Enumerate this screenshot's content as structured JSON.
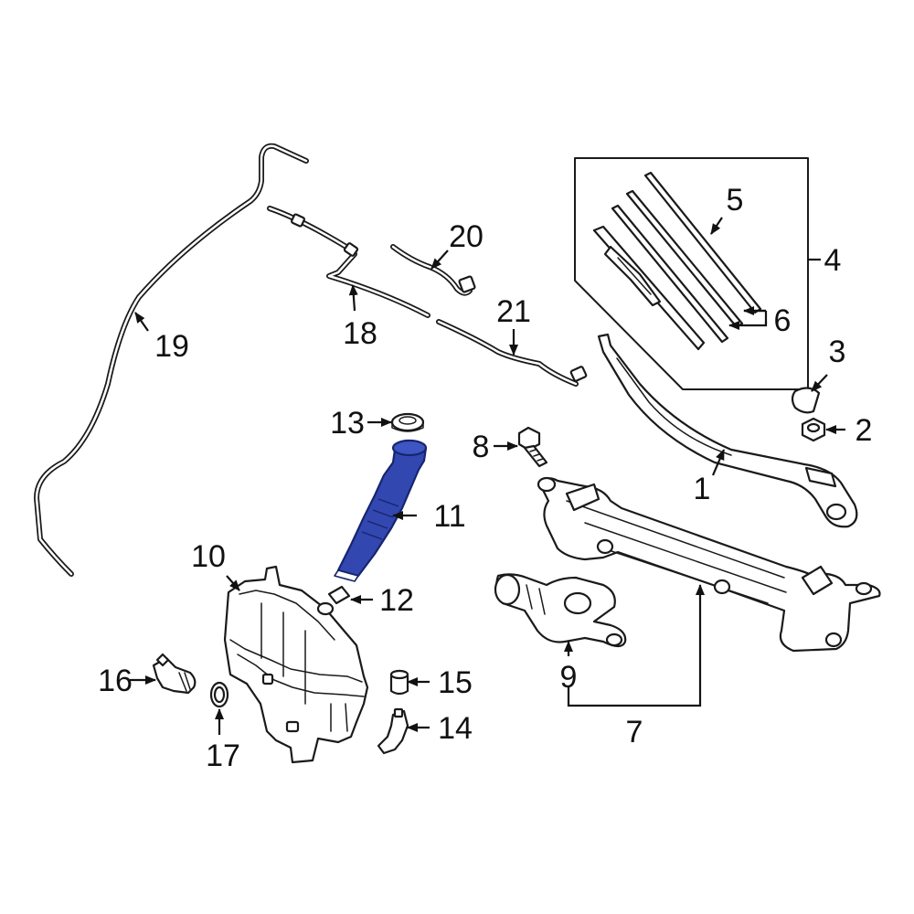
{
  "highlight_color": "#3347b0",
  "labels": {
    "p1": "1",
    "p2": "2",
    "p3": "3",
    "p4": "4",
    "p5": "5",
    "p6": "6",
    "p7": "7",
    "p8": "8",
    "p9": "9",
    "p10": "10",
    "p11": "11",
    "p12": "12",
    "p13": "13",
    "p14": "14",
    "p15": "15",
    "p16": "16",
    "p17": "17",
    "p18": "18",
    "p19": "19",
    "p20": "20",
    "p21": "21"
  }
}
